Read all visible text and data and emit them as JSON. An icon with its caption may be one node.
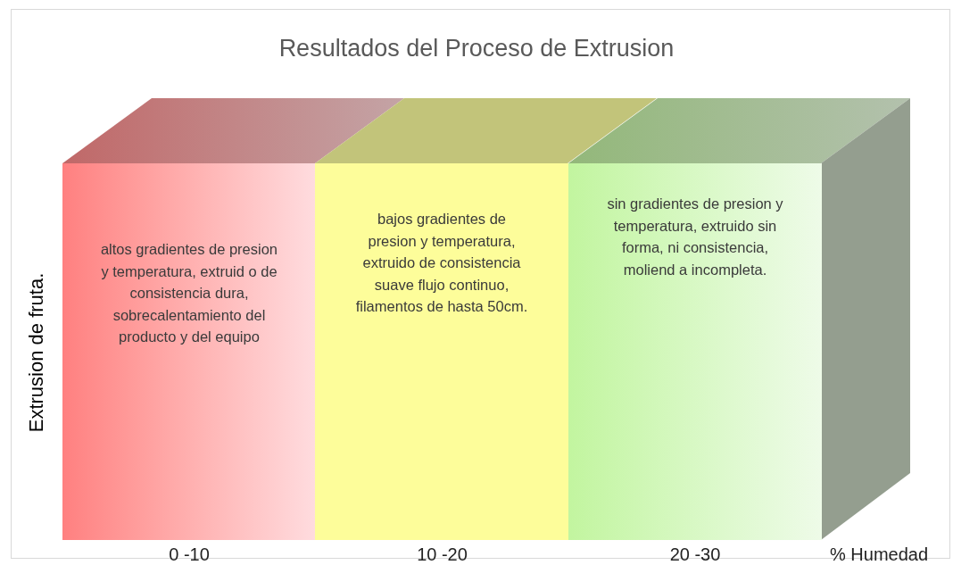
{
  "diagram": {
    "title": "Resultados del Proceso de Extrusion",
    "nodes": [
      {
        "text": [
          "altos gradientes de presion y temperatura, extruid o de consistencia dura, sobrecalentamiento del producto y del equipo"
        ]
      },
      {
        "text": [
          "bajos gradientes de presion y temperatura, extruido de consistencia suave flujo continuo, filamentos de hasta 50cm."
        ]
      },
      {
        "text": [
          "sin gradientes de presion y temperatura, extruido sin forma, ni consistencia, moliend a incompleta."
        ]
      }
    ],
    "labels": [
      "Extrusion de fruta.",
      "0 -10",
      "10 -20",
      "20 -30",
      "% Humedad"
    ]
  }
}
